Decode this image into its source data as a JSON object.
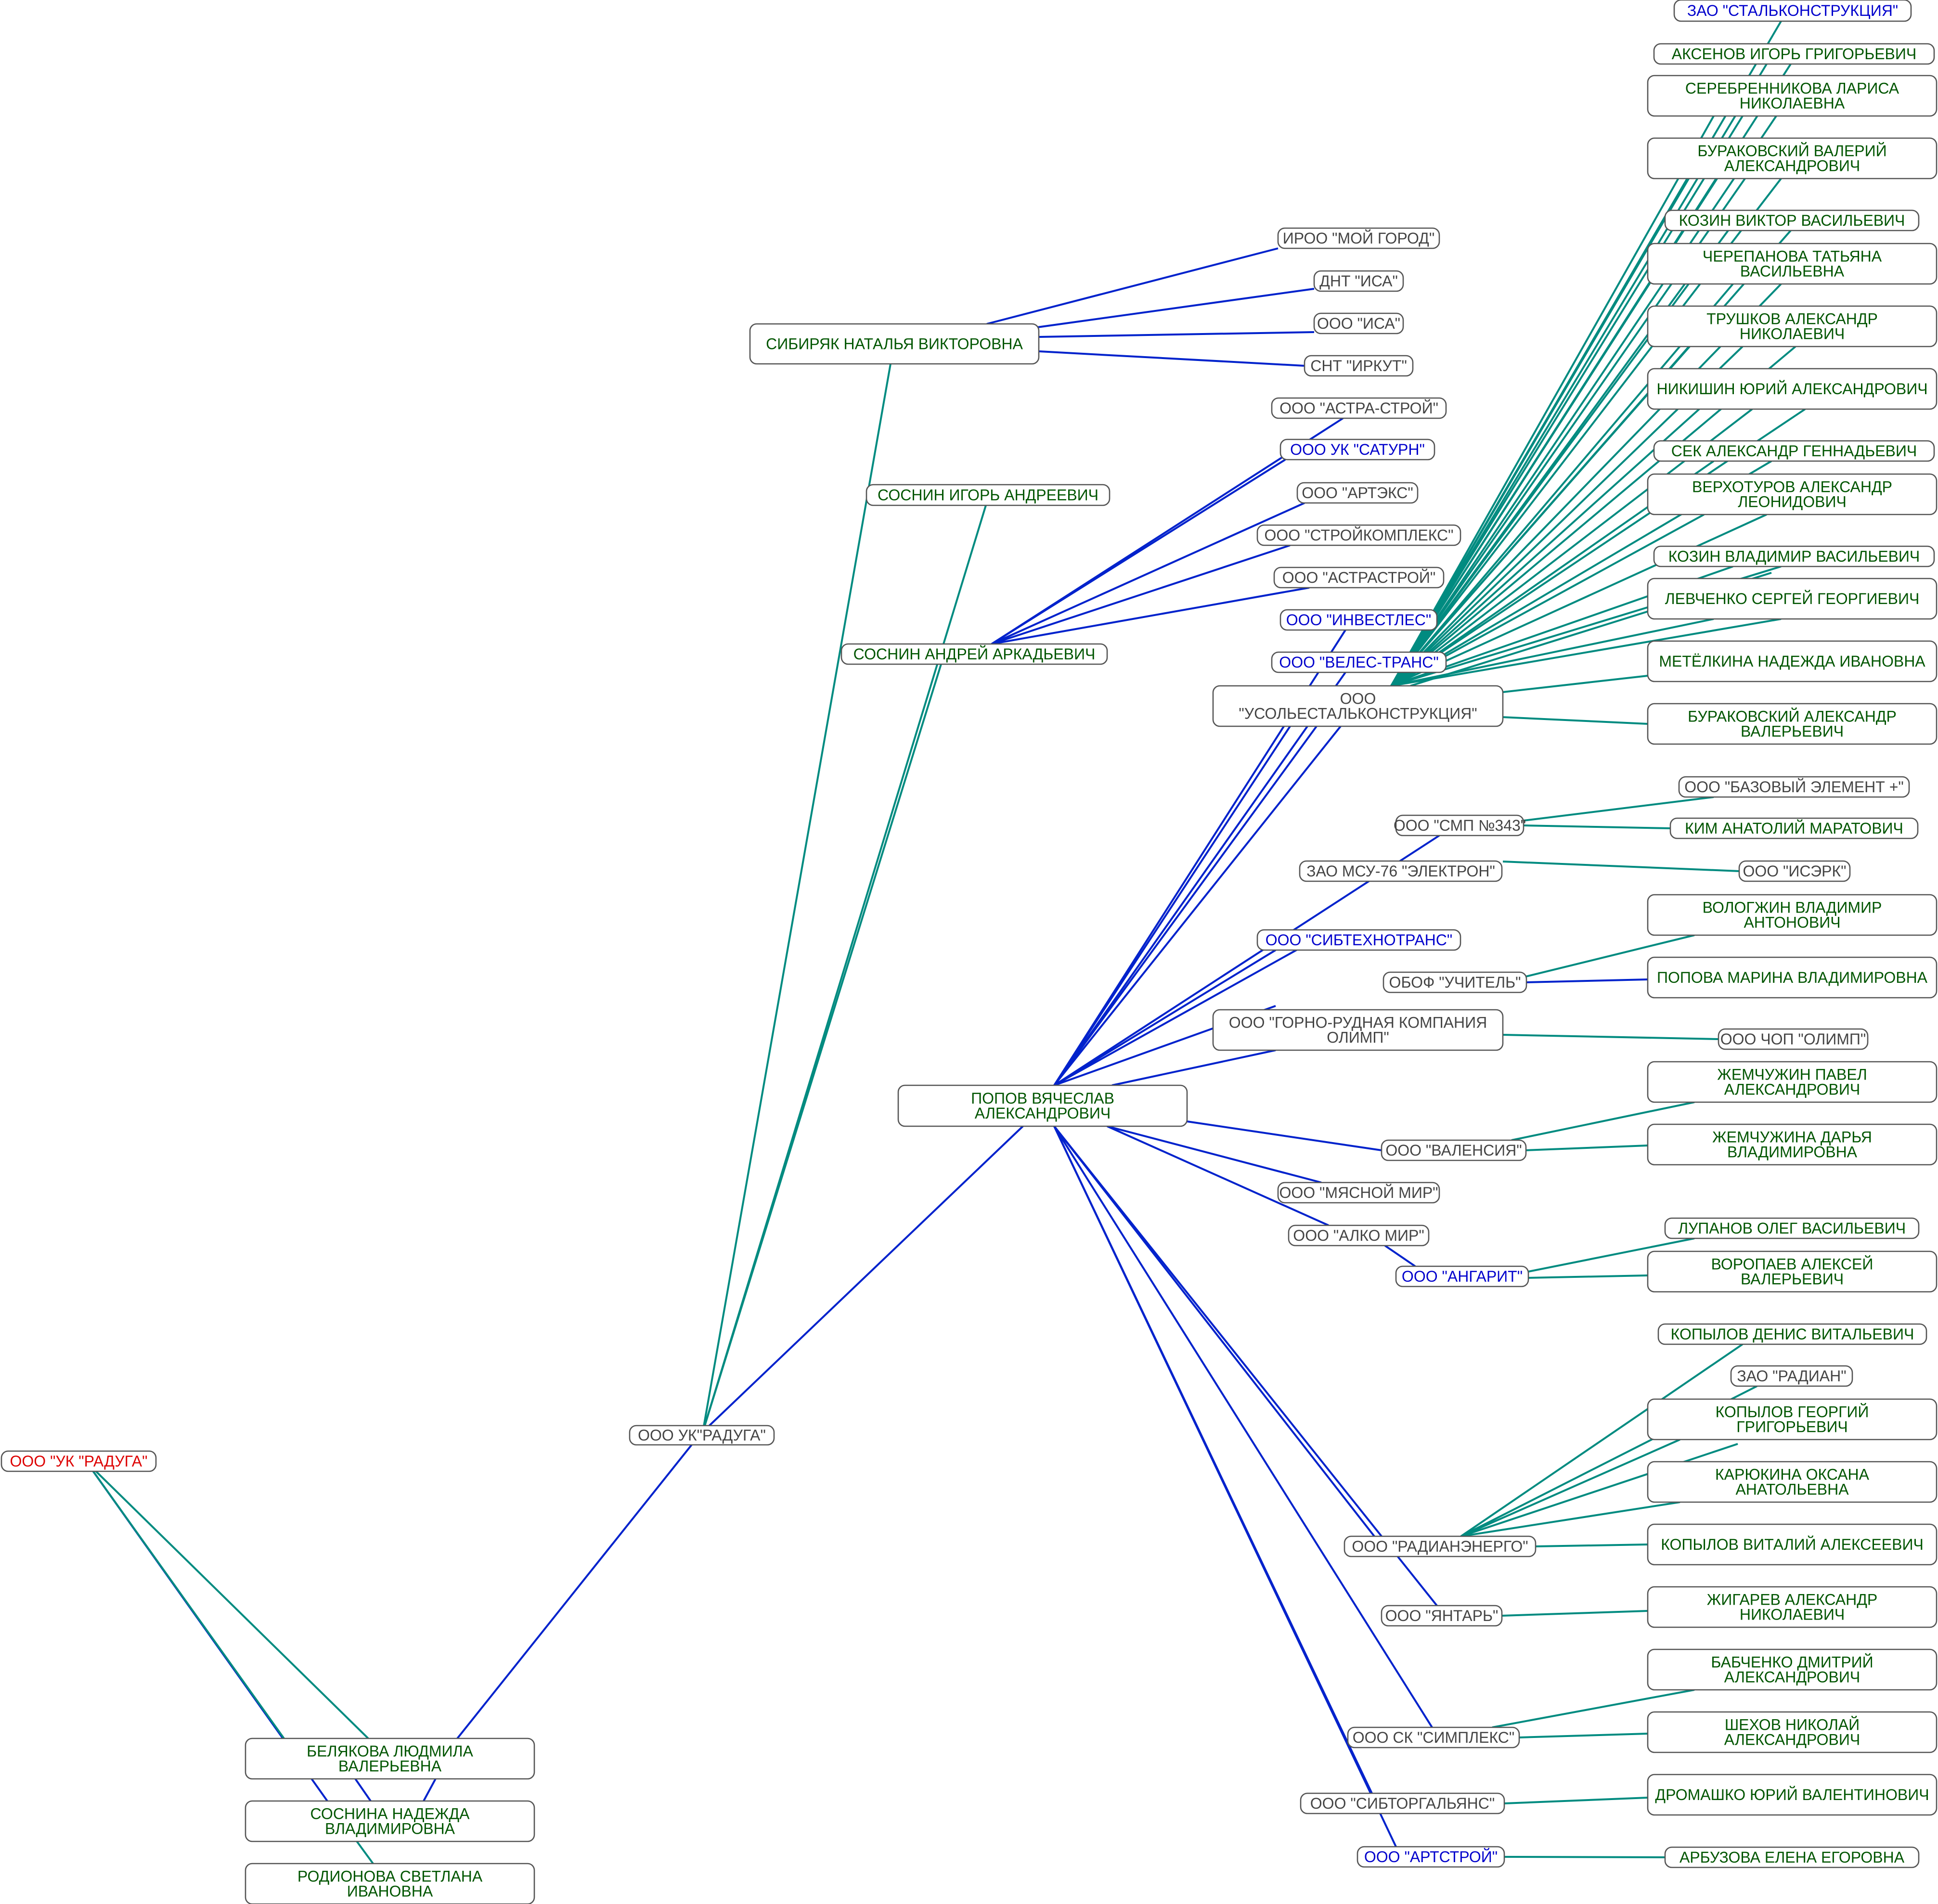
{
  "colors": {
    "org": "#444444",
    "org_blue": "#0000cc",
    "org_red": "#dd0000",
    "person": "#005500",
    "edge_teal": "#008b80",
    "edge_blue": "#0022cc"
  },
  "nodes": {
    "uk_raduga_root": "ООО \"УК \"РАДУГА\"",
    "uk_raduga": "ООО УК\"РАДУГА\"",
    "belyakova": [
      "БЕЛЯКОВА ЛЮДМИЛА",
      "ВАЛЕРЬЕВНА"
    ],
    "sosnina": [
      "СОСНИНА НАДЕЖДА",
      "ВЛАДИМИРОВНА"
    ],
    "rodionova": [
      "РОДИОНОВА СВЕТЛАНА",
      "ИВАНОВНА"
    ],
    "sibiryak": "СИБИРЯК НАТАЛЬЯ ВИКТОРОВНА",
    "soslin_igor": "СОСНИН ИГОРЬ АНДРЕЕВИЧ",
    "soslin_andrey": "СОСНИН АНДРЕЙ АРКАДЬЕВИЧ",
    "popov": [
      "ПОПОВ ВЯЧЕСЛАВ",
      "АЛЕКСАНДРОВИЧ"
    ],
    "iroo": "ИРОО \"МОЙ ГОРОД\"",
    "dnt_isa": "ДНТ \"ИСА\"",
    "ooo_isa": "ООО \"ИСА\"",
    "snt_irkut": "СНТ \"ИРКУТ\"",
    "astra_stroy": "ООО \"АСТРА-СТРОЙ\"",
    "saturn": "ООО УК \"САТУРН\"",
    "arteks": "ООО \"АРТЭКС\"",
    "stroykompleks": "ООО \"СТРОЙКОМПЛЕКС\"",
    "astrastroy": "ООО \"АСТРАСТРОЙ\"",
    "investles": "ООО \"ИНВЕСТЛЕС\"",
    "veles_trans": "ООО \"ВЕЛЕС-ТРАНС\"",
    "usolye": [
      "ООО",
      "\"УСОЛЬЕСТАЛЬКОНСТРУКЦИЯ\""
    ],
    "stalkonstr": "ЗАО \"СТАЛЬКОНСТРУКЦИЯ\"",
    "aksenov": "АКСЕНОВ ИГОРЬ ГРИГОРЬЕВИЧ",
    "serebrennikova": [
      "СЕРЕБРЕННИКОВА ЛАРИСА",
      "НИКОЛАЕВНА"
    ],
    "burakovsky_v": [
      "БУРАКОВСКИЙ ВАЛЕРИЙ",
      "АЛЕКСАНДРОВИЧ"
    ],
    "kozin_viktor": "КОЗИН ВИКТОР ВАСИЛЬЕВИЧ",
    "cherepanova": [
      "ЧЕРЕПАНОВА ТАТЬЯНА",
      "ВАСИЛЬЕВНА"
    ],
    "trushkov": [
      "ТРУШКОВ АЛЕКСАНДР",
      "НИКОЛАЕВИЧ"
    ],
    "nikishin": "НИКИШИН ЮРИЙ АЛЕКСАНДРОВИЧ",
    "sek": "СЕК АЛЕКСАНДР ГЕННАДЬЕВИЧ",
    "verkhoturov": [
      "ВЕРХОТУРОВ АЛЕКСАНДР",
      "ЛЕОНИДОВИЧ"
    ],
    "kozin_vladimir": "КОЗИН ВЛАДИМИР ВАСИЛЬЕВИЧ",
    "levchenko": "ЛЕВЧЕНКО СЕРГЕЙ ГЕОРГИЕВИЧ",
    "metelkina": "МЕТЁЛКИНА НАДЕЖДА ИВАНОВНА",
    "burakovsky_a": [
      "БУРАКОВСКИЙ АЛЕКСАНДР",
      "ВАЛЕРЬЕВИЧ"
    ],
    "bazovy": "ООО \"БАЗОВЫЙ ЭЛЕМЕНТ +\"",
    "smp343": "ООО \"СМП №343\"",
    "kim": "КИМ АНАТОЛИЙ МАРАТОВИЧ",
    "elektron": "ЗАО МСУ-76 \"ЭЛЕКТРОН\"",
    "iserk": "ООО \"ИСЭРК\"",
    "sibtekhnotrans": "ООО \"СИБТЕХНОТРАНС\"",
    "vologzhin": [
      "ВОЛОГЖИН ВЛАДИМИР",
      "АНТОНОВИЧ"
    ],
    "uchitel": "ОБОФ \"УЧИТЕЛЬ\"",
    "popova": "ПОПОВА МАРИНА ВЛАДИМИРОВНА",
    "gorno": [
      "ООО \"ГОРНО-РУДНАЯ КОМПАНИЯ",
      "ОЛИМП\""
    ],
    "chop": "ООО ЧОП \"ОЛИМП\"",
    "zhemchuzhin": [
      "ЖЕМЧУЖИН ПАВЕЛ",
      "АЛЕКСАНДРОВИЧ"
    ],
    "valensiya": "ООО \"ВАЛЕНСИЯ\"",
    "zhemchuzhina": [
      "ЖЕМЧУЖИНА ДАРЬЯ",
      "ВЛАДИМИРОВНА"
    ],
    "myasnoy": "ООО \"МЯСНОЙ МИР\"",
    "alko": "ООО \"АЛКО МИР\"",
    "lupanov": "ЛУПАНОВ ОЛЕГ ВАСИЛЬЕВИЧ",
    "angarit": "ООО \"АНГАРИТ\"",
    "voropaev": [
      "ВОРОПАЕВ АЛЕКСЕЙ",
      "ВАЛЕРЬЕВИЧ"
    ],
    "kopylov_d": "КОПЫЛОВ ДЕНИС ВИТАЛЬЕВИЧ",
    "radian": "ЗАО \"РАДИАН\"",
    "kopylov_g": [
      "КОПЫЛОВ ГЕОРГИЙ",
      "ГРИГОРЬЕВИЧ"
    ],
    "karyukina": [
      "КАРЮКИНА ОКСАНА",
      "АНАТОЛЬЕВНА"
    ],
    "radianenergo": "ООО \"РАДИАНЭНЕРГО\"",
    "kopylov_v": "КОПЫЛОВ ВИТАЛИЙ АЛЕКСЕЕВИЧ",
    "yantar": "ООО \"ЯНТАРЬ\"",
    "zhigarev": [
      "ЖИГАРЕВ АЛЕКСАНДР",
      "НИКОЛАЕВИЧ"
    ],
    "babchenko": [
      "БАБЧЕНКО ДМИТРИЙ",
      "АЛЕКСАНДРОВИЧ"
    ],
    "simpleks": "ООО СК \"СИМПЛЕКС\"",
    "shekhov": [
      "ШЕХОВ НИКОЛАЙ",
      "АЛЕКСАНДРОВИЧ"
    ],
    "sibtorg": "ООО \"СИБТОРГАЛЬЯНС\"",
    "dromashko": "ДРОМАШКО ЮРИЙ ВАЛЕНТИНОВИЧ",
    "artstroy": "ООО \"АРТСТРОЙ\"",
    "arbuzova": "АРБУЗОВА ЕЛЕНА ЕГОРОВНА"
  }
}
